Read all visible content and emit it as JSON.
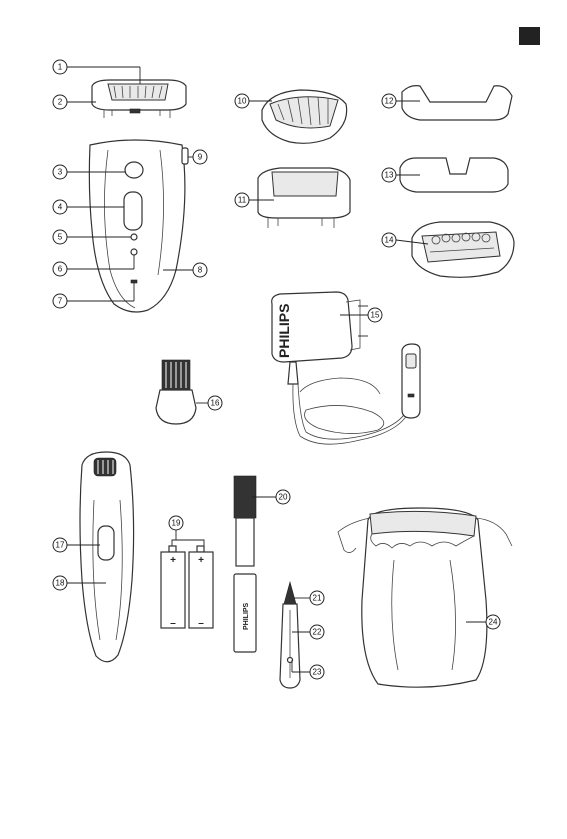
{
  "callouts": [
    "1",
    "2",
    "3",
    "4",
    "5",
    "6",
    "7",
    "8",
    "9",
    "10",
    "11",
    "12",
    "13",
    "14",
    "15",
    "16",
    "17",
    "18",
    "19",
    "20",
    "21",
    "22",
    "23",
    "24"
  ],
  "brand": {
    "adapter": "PHILIPS",
    "pouch_case": "PHILIPS"
  },
  "battery_marks": {
    "plus": "+",
    "minus": "–"
  },
  "colors": {
    "marker": "#222222",
    "line": "#333333"
  }
}
